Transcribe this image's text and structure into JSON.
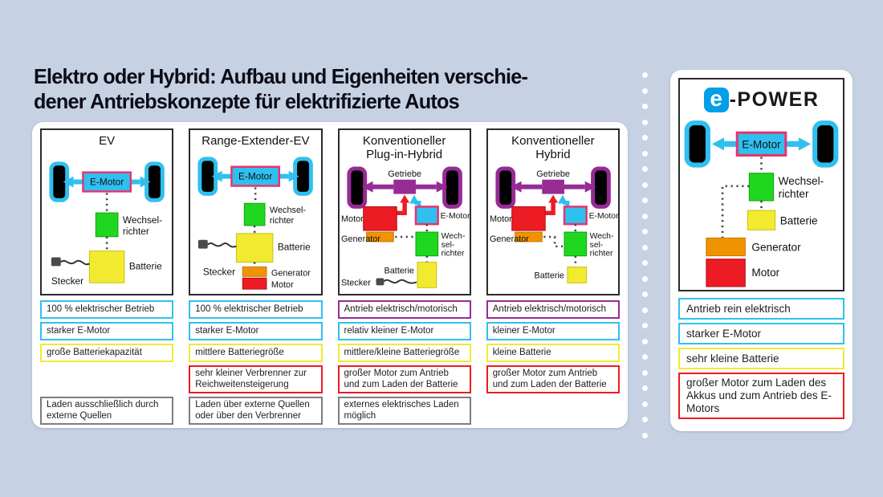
{
  "colors": {
    "background": "#c6d1e4",
    "panel": "#ffffff",
    "ink": "#0c0c16",
    "cyan": "#2fc0ef",
    "pink": "#e8336e",
    "green": "#1fd71f",
    "yellow": "#f2ea30",
    "orange": "#f19300",
    "red": "#ed1b24",
    "purple": "#962b96",
    "gray": "#7d7d7d",
    "epower_blue": "#009fe8"
  },
  "title": {
    "line1": "Elektro oder Hybrid: Aufbau und Eigenheiten verschie-",
    "line2": "dener Antriebskonzepte für elektrifizierte Autos"
  },
  "left_panel": {
    "columns": [
      {
        "heading1": "EV",
        "labels": {
          "e_motor": "E-Motor",
          "wr1": "Wechsel-",
          "wr2": "richter",
          "batterie": "Batterie",
          "stecker": "Stecker"
        },
        "features": {
          "f1": "100 % elektrischer Betrieb",
          "f2": "starker E-Motor",
          "f3": "große Batteriekapazität",
          "f5": "Laden ausschließlich durch externe Quellen"
        }
      },
      {
        "heading1": "Range-Extender-EV",
        "labels": {
          "e_motor": "E-Motor",
          "wr1": "Wechsel-",
          "wr2": "richter",
          "batterie": "Batterie",
          "stecker": "Stecker",
          "generator": "Generator",
          "motor": "Motor"
        },
        "features": {
          "f1": "100 % elektrischer Betrieb",
          "f2": "starker E-Motor",
          "f3": "mittlere Batteriegröße",
          "f4": "sehr kleiner Verbrenner zur Reichweitensteigerung",
          "f5": "Laden über externe Quellen oder über den Verbrenner"
        }
      },
      {
        "heading1": "Konventioneller",
        "heading2": "Plug-in-Hybrid",
        "labels": {
          "getriebe": "Getriebe",
          "motor": "Motor",
          "generator": "Generator",
          "e_motor": "E-Motor",
          "wr1": "Wech-",
          "wr2": "sel-",
          "wr3": "richter",
          "batterie": "Batterie",
          "stecker": "Stecker"
        },
        "features": {
          "f1": "Antrieb elektrisch/motorisch",
          "f2": "relativ kleiner E-Motor",
          "f3": "mittlere/kleine Batteriegröße",
          "f4": "großer Motor zum Antrieb und zum Laden der Batterie",
          "f5": "externes elektrisches Laden möglich"
        }
      },
      {
        "heading1": "Konventioneller",
        "heading2": "Hybrid",
        "labels": {
          "getriebe": "Getriebe",
          "motor": "Motor",
          "generator": "Generator",
          "e_motor": "E-Motor",
          "wr1": "Wech-",
          "wr2": "sel-",
          "wr3": "richter",
          "batterie": "Batterie"
        },
        "features": {
          "f1": "Antrieb elektrisch/motorisch",
          "f2": "kleiner E-Motor",
          "f3": "kleine Batterie",
          "f4": "großer Motor zum Antrieb und zum Laden der Batterie"
        }
      }
    ]
  },
  "right_panel": {
    "logo": {
      "e": "e",
      "power": "-POWER"
    },
    "labels": {
      "e_motor": "E-Motor",
      "wr1": "Wechsel-",
      "wr2": "richter",
      "batterie": "Batterie",
      "generator": "Generator",
      "motor": "Motor"
    },
    "features": {
      "f1": "Antrieb rein elektrisch",
      "f2": "starker E-Motor",
      "f3": "sehr kleine Batterie",
      "f4": "großer Motor zum Laden des Akkus und zum Antrieb des E-Motors"
    }
  }
}
